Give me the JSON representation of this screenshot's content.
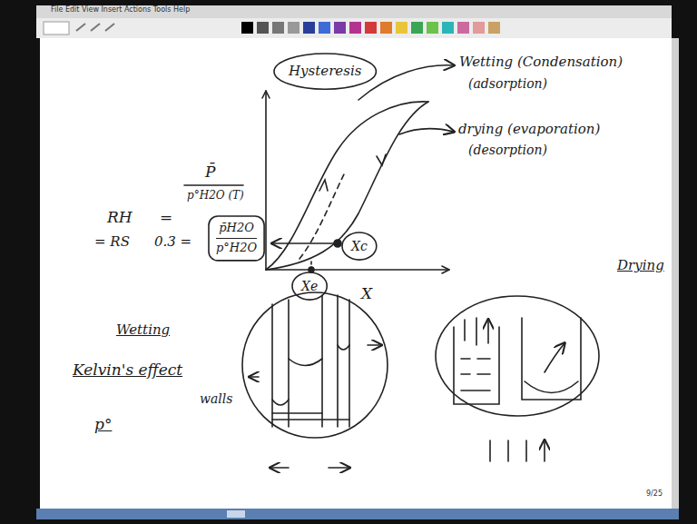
{
  "diagram": {
    "nodes": [
      {
        "text": [
          "Hysteresis"
        ]
      },
      {
        "text": [
          "p̄H2O",
          "p°H2O"
        ]
      },
      {
        "text": [
          "Xe"
        ]
      },
      {
        "text": [
          "Xc"
        ]
      }
    ],
    "labels": [
      "File Edit View Insert Actions Tools Help",
      "Wetting (Condensation)",
      "(adsorption)",
      "drying (evaporation)",
      "(desorption)",
      "RH",
      "=",
      "P̄",
      "p°H2O (T)",
      "= RS",
      "0.3 =",
      "X",
      "Wetting",
      "Kelvin's effect",
      "p°",
      "walls",
      "Drying",
      "9/25"
    ]
  }
}
